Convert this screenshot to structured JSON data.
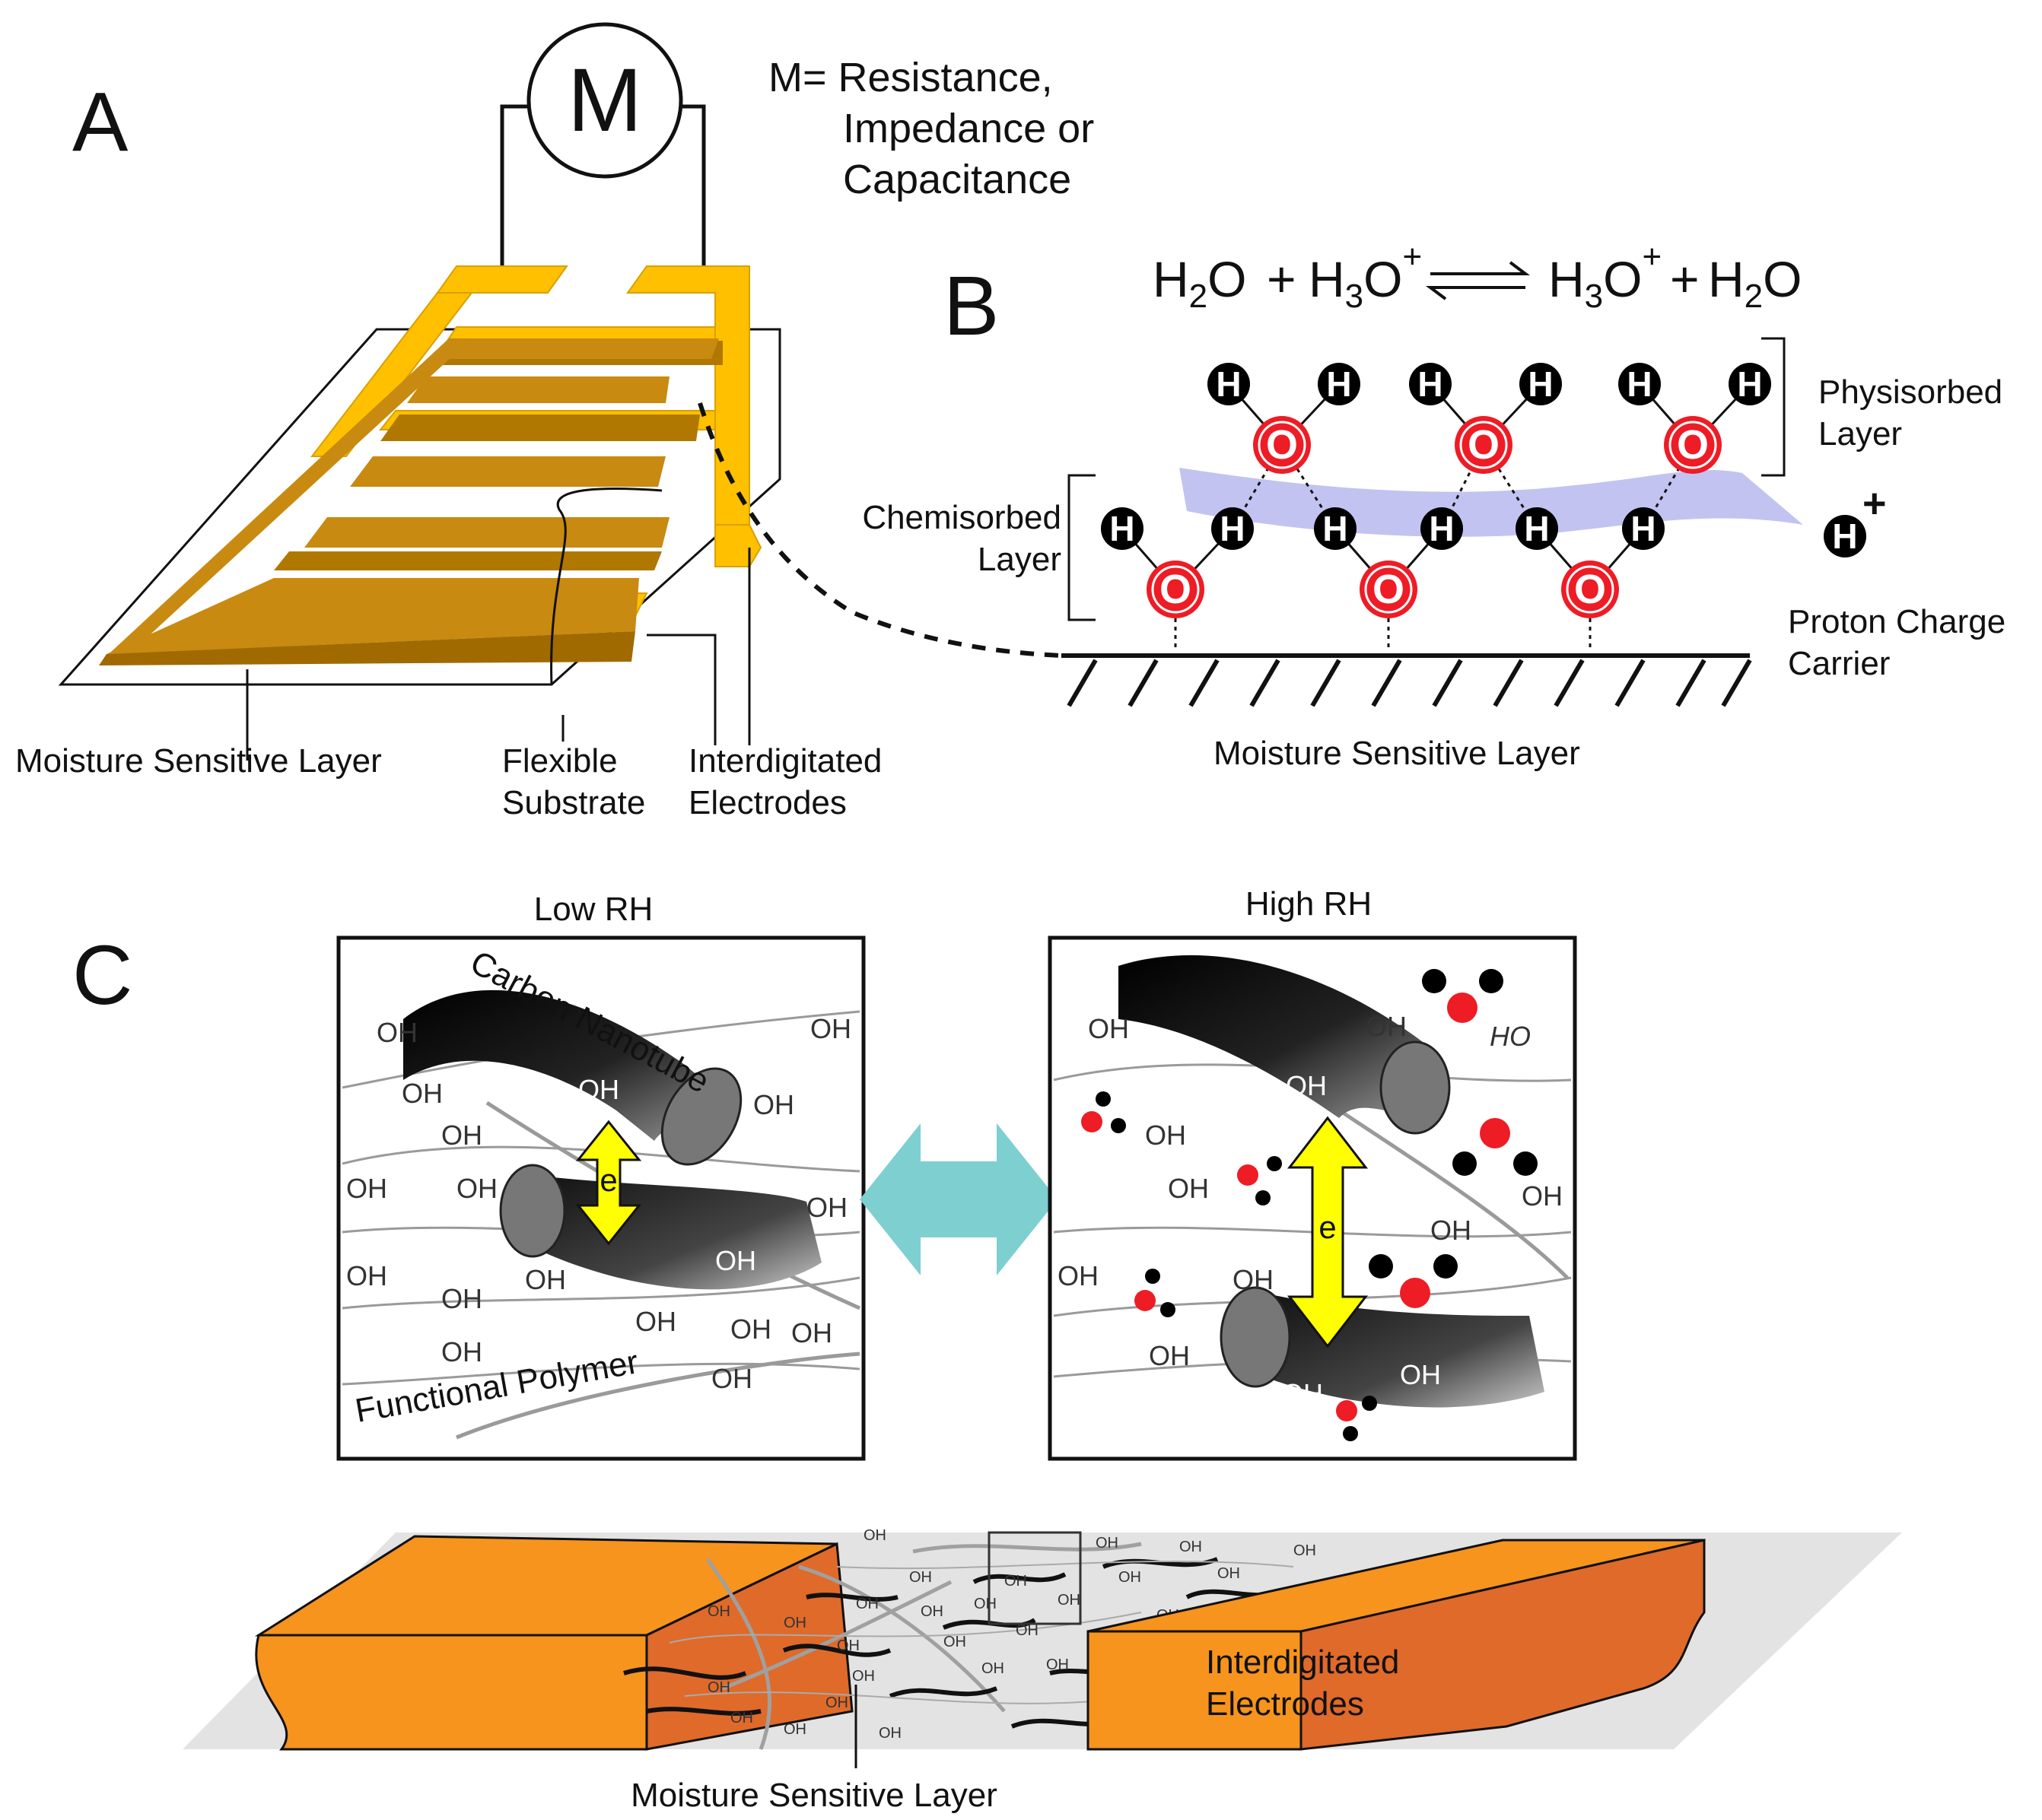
{
  "panel_a": {
    "letter": "A",
    "meter_symbol": "M",
    "meter_caption": [
      "M= Resistance,",
      "Impedance or",
      "Capacitance"
    ],
    "labels": {
      "moisture_layer": "Moisture Sensitive Layer",
      "substrate": [
        "Flexible",
        "Substrate"
      ],
      "electrodes": [
        "Interdigitated",
        "Electrodes"
      ]
    }
  },
  "panel_b": {
    "letter": "B",
    "equation": {
      "lhs1": "H",
      "lhs1_sub": "2",
      "lhs1_tail": "O",
      "plus": "+",
      "lhs2": "H",
      "lhs2_sub": "3",
      "lhs2_tail": "O",
      "lhs2_sup": "+",
      "rhs1": "H",
      "rhs1_sub": "3",
      "rhs1_tail": "O",
      "rhs1_sup": "+",
      "rhs2": "H",
      "rhs2_sub": "2",
      "rhs2_tail": "O"
    },
    "physisorbed": [
      "Physisorbed",
      "Layer"
    ],
    "chemisorbed": [
      "Chemisorbed",
      "Layer"
    ],
    "proton": [
      "Proton Charge",
      "Carrier"
    ],
    "proton_symbol": "H",
    "proton_charge": "+",
    "surface_label": "Moisture Sensitive Layer",
    "atom_h": "H",
    "atom_o": "O",
    "colors": {
      "oxygen": "#ee1c25",
      "hydrogen": "#000000",
      "proton_path": "#b9b9f0"
    }
  },
  "panel_c": {
    "letter": "C",
    "low_title": "Low RH",
    "high_title": "High RH",
    "cnt_label": "Carbon Nanotube",
    "polymer_label": "Functional Polymer",
    "electron": "e",
    "hydroxyl": "OH",
    "hydroxyl_rev": "HO",
    "electrode_label": [
      "Interdigitated",
      "Electrodes"
    ],
    "layer_label": "Moisture Sensitive Layer",
    "colors": {
      "electrode": "#f7941d",
      "electrode_dark": "#e06a2a",
      "arrow": "#ffff00",
      "double_arrow": "#7ecfcf"
    }
  }
}
